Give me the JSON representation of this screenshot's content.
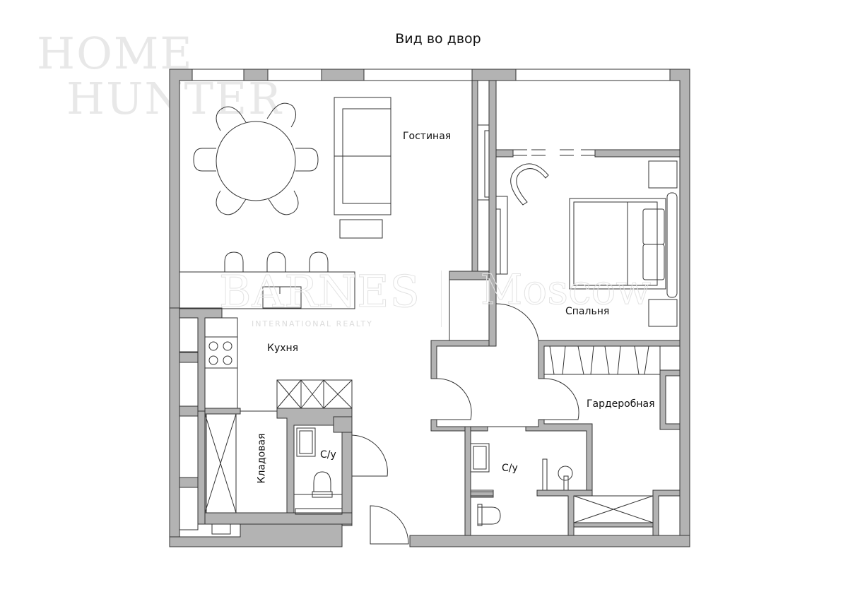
{
  "header": {
    "title": "Вид во двор"
  },
  "watermarks": {
    "home_hunter": [
      "HOME",
      "HUNTER"
    ],
    "barnes": "BARNES",
    "moscow": "Moscow",
    "international": "INTERNATIONAL REALTY"
  },
  "rooms": [
    {
      "id": "living",
      "label": "Гостиная"
    },
    {
      "id": "bedroom",
      "label": "Спальня"
    },
    {
      "id": "kitchen",
      "label": "Кухня"
    },
    {
      "id": "pantry",
      "label": "Кладовая"
    },
    {
      "id": "wc1",
      "label": "С/у"
    },
    {
      "id": "wc2",
      "label": "С/у"
    },
    {
      "id": "wardrobe",
      "label": "Гардеробная"
    }
  ],
  "colors": {
    "wall": "#b3b3b3",
    "line": "#333333",
    "background": "#ffffff"
  }
}
